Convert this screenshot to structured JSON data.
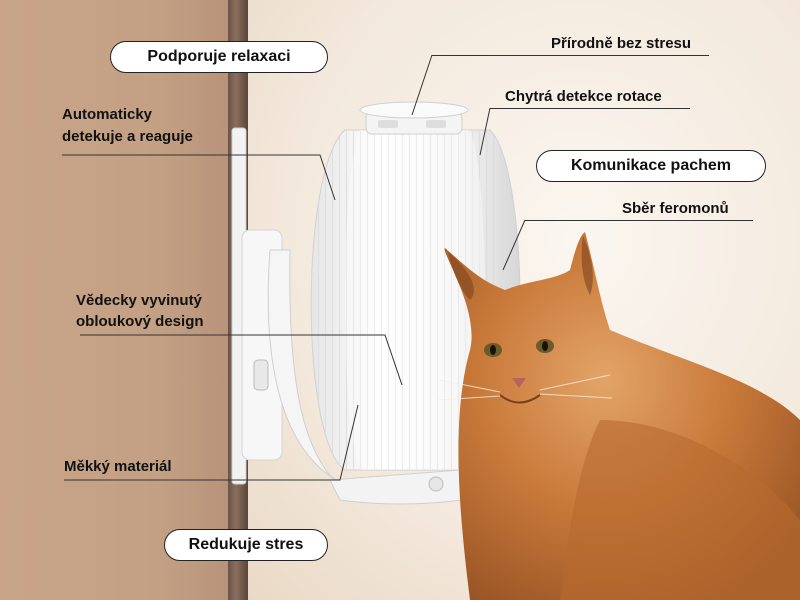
{
  "labels": {
    "relax": "Podporuje relaxaci",
    "natural": "Přírodně bez stresu",
    "rotation": "Chytrá detekce rotace",
    "auto1": "Automaticky",
    "auto2": "detekuje a reaguje",
    "scent": "Komunikace pachem",
    "pheromone": "Sběr feromonů",
    "design1": "Vědecky vyvinutý",
    "design2": "obloukový design",
    "soft": "Měkký materiál",
    "stress": "Redukuje stres"
  },
  "colors": {
    "wall": "#c9a488",
    "background": "#f4ece2",
    "device": "#ffffff",
    "cat_fur": "#c97a3a"
  }
}
